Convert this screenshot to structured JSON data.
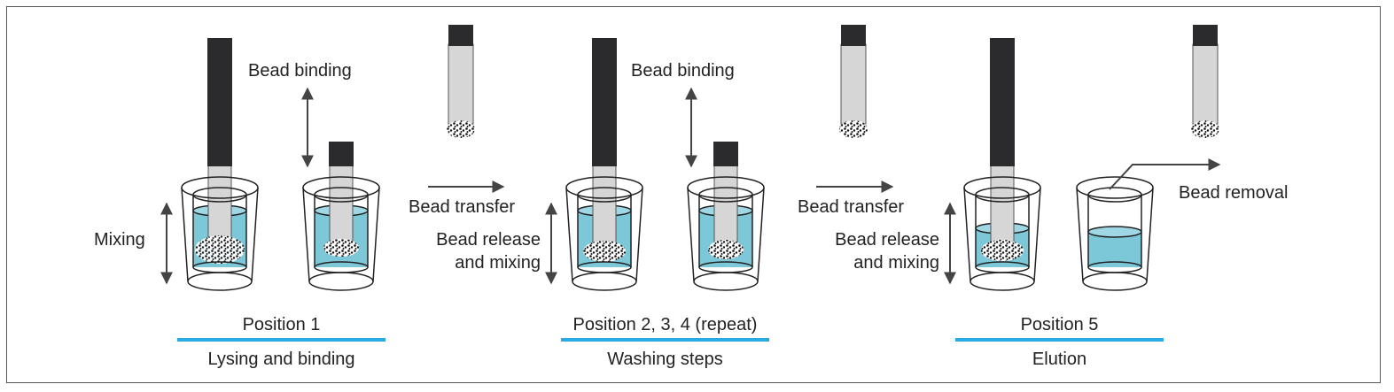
{
  "labels": {
    "bead_binding_1": "Bead binding",
    "bead_binding_2": "Bead binding",
    "mixing": "Mixing",
    "bead_transfer_1": "Bead transfer",
    "bead_transfer_2": "Bead transfer",
    "bead_release_1": "Bead release",
    "and_mixing_1": "and mixing",
    "bead_release_2": "Bead release",
    "and_mixing_2": "and mixing",
    "bead_removal": "Bead removal"
  },
  "stages": [
    {
      "position": "Position 1",
      "step": "Lysing and binding"
    },
    {
      "position": "Position 2, 3, 4 (repeat)",
      "step": "Washing steps"
    },
    {
      "position": "Position 5",
      "step": "Elution"
    }
  ],
  "colors": {
    "liquid": "#7cc8d8",
    "underline": "#29abe2",
    "rod": "#2b2b2d",
    "sleeve": "#d6d6d6",
    "arrow": "#444444"
  }
}
